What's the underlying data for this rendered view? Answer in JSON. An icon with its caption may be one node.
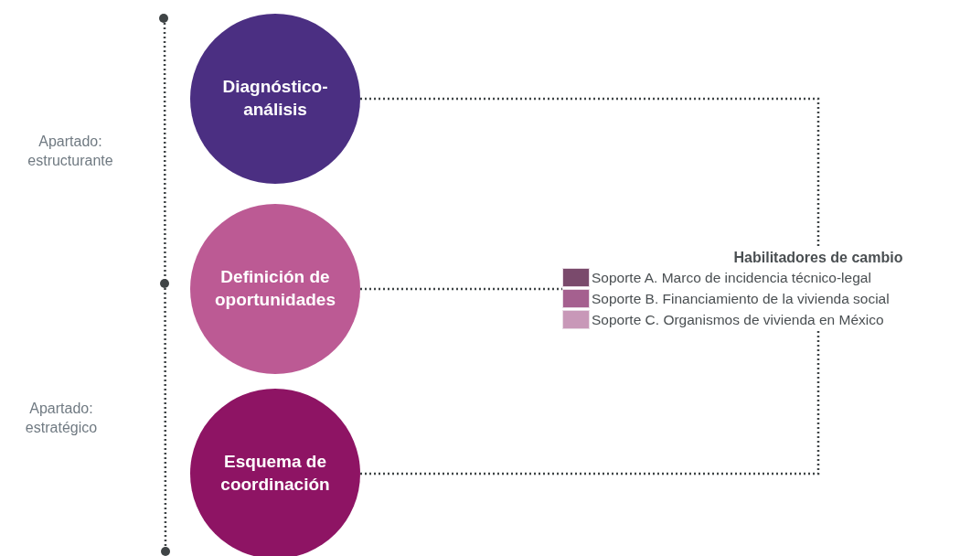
{
  "diagram": {
    "nodes": [
      {
        "text": [
          "Diagnóstico-análisis"
        ]
      },
      {
        "text": [
          "Definición de oportunidades"
        ]
      },
      {
        "text": [
          "Esquema de coordinación"
        ]
      },
      {
        "text": [
          "Habilitadores de cambio"
        ]
      }
    ],
    "edges": [
      {
        "from": 0,
        "to": 3,
        "arrow": "none"
      },
      {
        "from": 1,
        "to": 3,
        "arrow": "none"
      },
      {
        "from": 2,
        "to": 3,
        "arrow": "none"
      }
    ],
    "labels": [
      "Apartado: estructurante",
      "Apartado: estratégico"
    ],
    "legend": [
      {
        "text": "Soporte A. Marco de incidencia técnico-legal",
        "color": "#7a4a6c"
      },
      {
        "text": "Soporte B. Financiamiento de la vivienda social",
        "color": "#a5608f"
      },
      {
        "text": "Soporte C. Organismos de vivienda en México",
        "color": "#c898b8"
      }
    ]
  }
}
